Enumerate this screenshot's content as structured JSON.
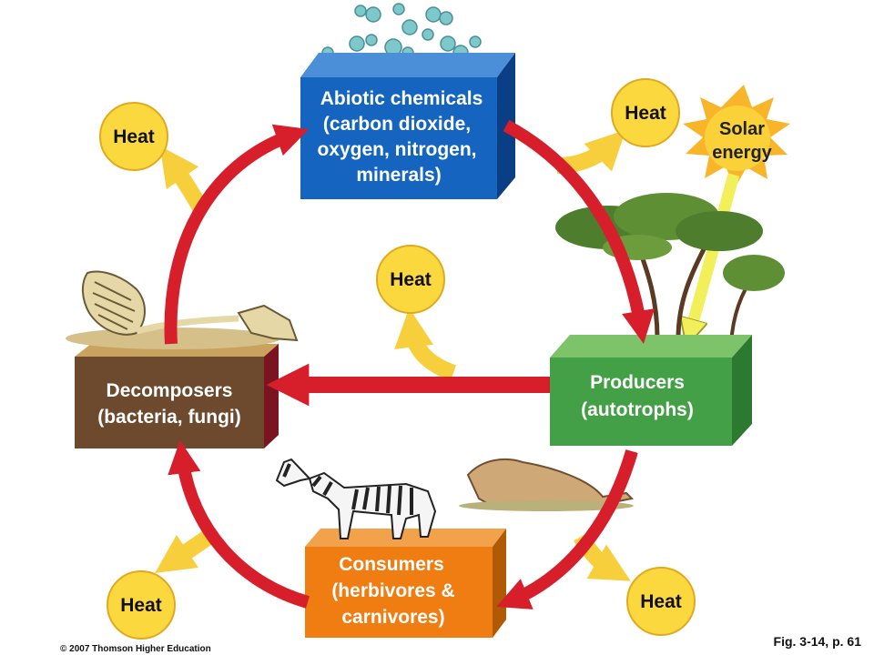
{
  "nodes": {
    "abiotic": {
      "lines": [
        "Abiotic chemicals",
        "(carbon dioxide,",
        "oxygen, nitrogen,",
        "minerals)"
      ],
      "color": "#1565c0"
    },
    "producers": {
      "lines": [
        "Producers",
        "(autotrophs)"
      ],
      "color": "#43a047"
    },
    "consumers": {
      "lines": [
        "Consumers",
        "(herbivores &",
        "carnivores)"
      ],
      "color": "#ef7d12"
    },
    "decomposers": {
      "lines": [
        "Decomposers",
        "(bacteria, fungi)"
      ],
      "color": "#6d4a2e"
    }
  },
  "heat_label": "Heat",
  "solar": {
    "lines": [
      "Solar",
      "energy"
    ]
  },
  "colors": {
    "cycle_arrow": "#d71f2b",
    "heat_arrow": "#f7cf3c",
    "heat_circle": "#fcd83f",
    "solar_arrow": "#f2f05a"
  },
  "footer": {
    "copyright": "© 2007 Thomson Higher Education",
    "figure_ref": "Fig. 3-14, p. 61"
  }
}
